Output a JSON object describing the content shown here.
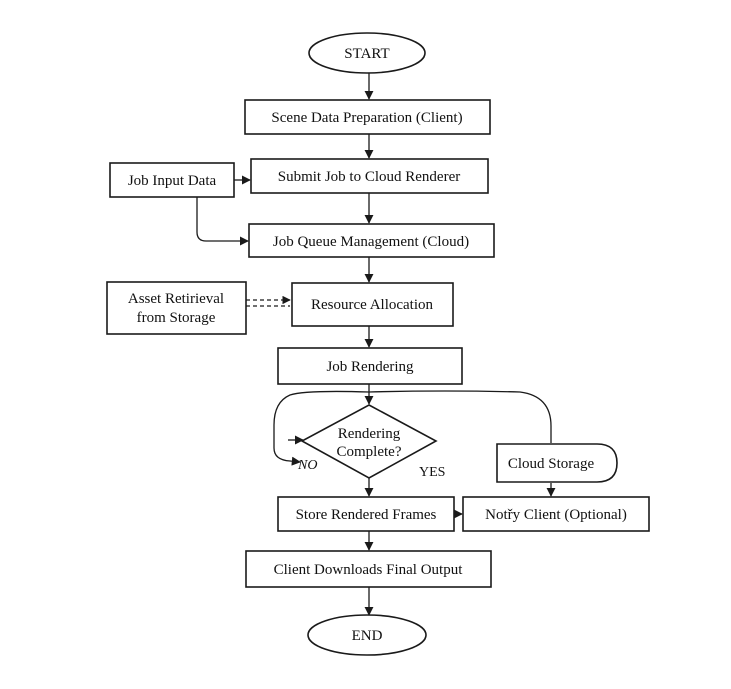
{
  "nodes": {
    "start": "START",
    "scene_prep": "Scene Data Preparation (Client)",
    "job_input": "Job Input Data",
    "submit_job": "Submit Job to Cloud Renderer",
    "queue_mgmt": "Job Queue Management (Cloud)",
    "asset_line1": "Asset Retirieval",
    "asset_line2": "from Storage",
    "resource_alloc": "Resource Allocation",
    "job_render": "Job Rendering",
    "decision_line1": "Rendering",
    "decision_line2": "Complete?",
    "cloud_storage": "Cloud Storage",
    "store_frames": "Store Rendered Frames",
    "notify_client": "Notřy Client (Optional)",
    "client_downloads": "Client Downloads Final Output",
    "end": "END"
  },
  "edge_labels": {
    "no": "NO",
    "yes": "YES"
  }
}
